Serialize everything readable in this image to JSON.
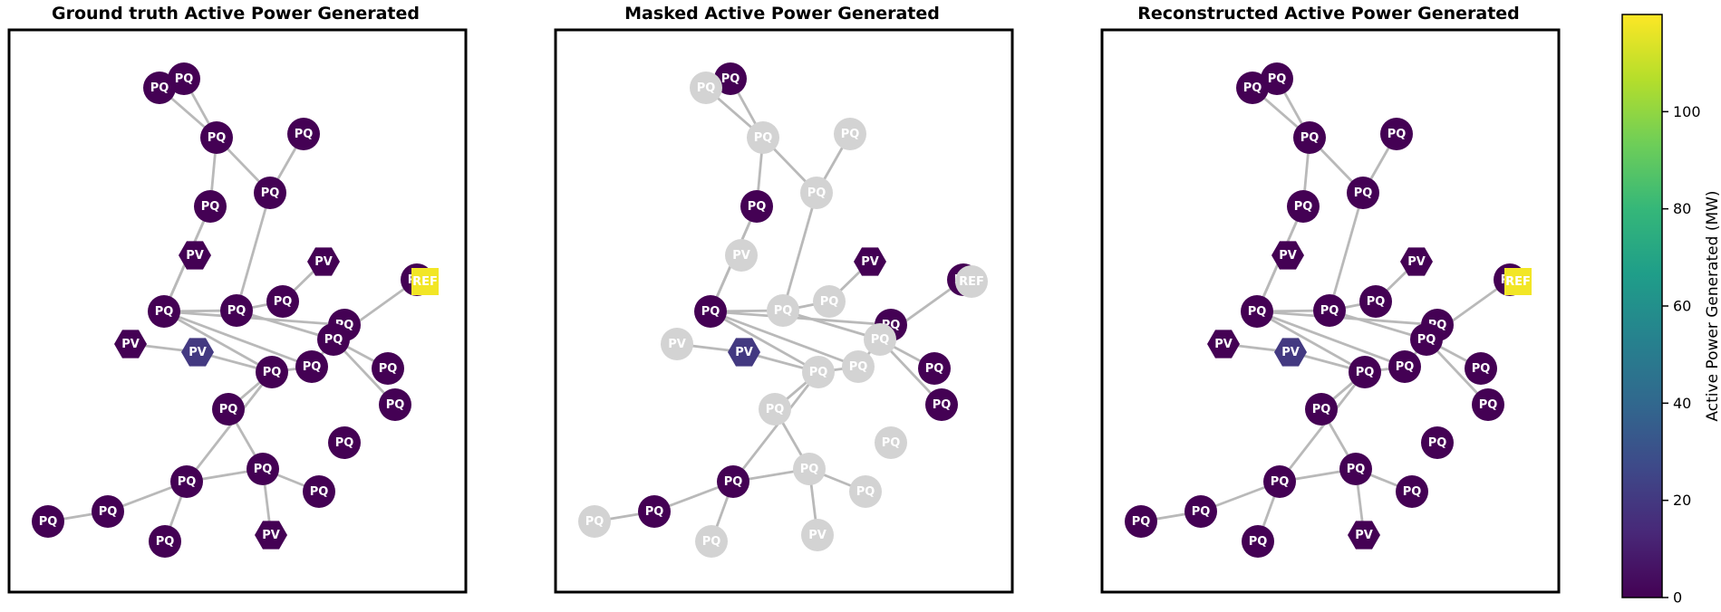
{
  "titles": {
    "ground_truth": "Ground truth Active Power Generated",
    "masked": "Masked Active Power Generated",
    "reconstructed": "Reconstructed Active Power Generated"
  },
  "colorbar": {
    "label": "Active Power Generated (MW)",
    "ticks": [
      "0",
      "20",
      "40",
      "60",
      "80",
      "100"
    ],
    "tick_values": [
      0,
      20,
      40,
      60,
      80,
      100
    ],
    "min": 0,
    "max": 120,
    "gradient": [
      "#440154",
      "#482878",
      "#3e4989",
      "#31688e",
      "#26828e",
      "#1f9e89",
      "#35b779",
      "#6ece58",
      "#b5de2b",
      "#fde725"
    ]
  },
  "colors": {
    "low": "#440154",
    "mid": "#3b528b",
    "high": "#fde725",
    "masked": "#d3d3d3",
    "edge": "#b9b9b9"
  },
  "node_types": [
    "PQ",
    "PV",
    "REF"
  ],
  "nodes": [
    {
      "type": "PQ"
    },
    {
      "type": "PQ"
    },
    {
      "type": "PQ"
    },
    {
      "type": "PQ"
    },
    {
      "type": "PQ"
    },
    {
      "type": "PQ"
    },
    {
      "type": "PV"
    },
    {
      "type": "PV"
    },
    {
      "type": "PQ"
    },
    {
      "type": "PQ"
    },
    {
      "type": "PQ"
    },
    {
      "type": "PQ"
    },
    {
      "type": "REF"
    },
    {
      "type": "PV"
    },
    {
      "type": "PV"
    },
    {
      "type": "PQ"
    },
    {
      "type": "PQ"
    },
    {
      "type": "PQ"
    },
    {
      "type": "PQ"
    },
    {
      "type": "PQ"
    },
    {
      "type": "PQ"
    },
    {
      "type": "PQ"
    },
    {
      "type": "PQ"
    },
    {
      "type": "PQ"
    },
    {
      "type": "PQ"
    },
    {
      "type": "PQ"
    },
    {
      "type": "PQ"
    },
    {
      "type": "PQ"
    },
    {
      "type": "PV"
    },
    {
      "type": "PQ"
    }
  ],
  "ground_truth_mw": [
    0,
    0,
    0,
    0,
    0,
    0,
    0,
    0,
    0,
    0,
    0,
    0,
    118,
    0,
    20,
    0,
    0,
    0,
    0,
    0,
    0,
    0,
    0,
    0,
    0,
    0,
    0,
    0,
    0,
    0
  ],
  "reconstructed_mw": [
    0,
    0,
    0,
    0,
    0,
    0,
    0,
    0,
    0,
    0,
    0,
    0,
    118,
    0,
    20,
    0,
    0,
    0,
    0,
    0,
    0,
    0,
    0,
    0,
    0,
    0,
    0,
    0,
    0,
    0
  ],
  "masked_flags": [
    false,
    true,
    true,
    true,
    false,
    true,
    true,
    false,
    false,
    false,
    true,
    true,
    true,
    true,
    false,
    false,
    true,
    false,
    true,
    true,
    true,
    false,
    true,
    true,
    false,
    true,
    false,
    true,
    true,
    true
  ]
}
